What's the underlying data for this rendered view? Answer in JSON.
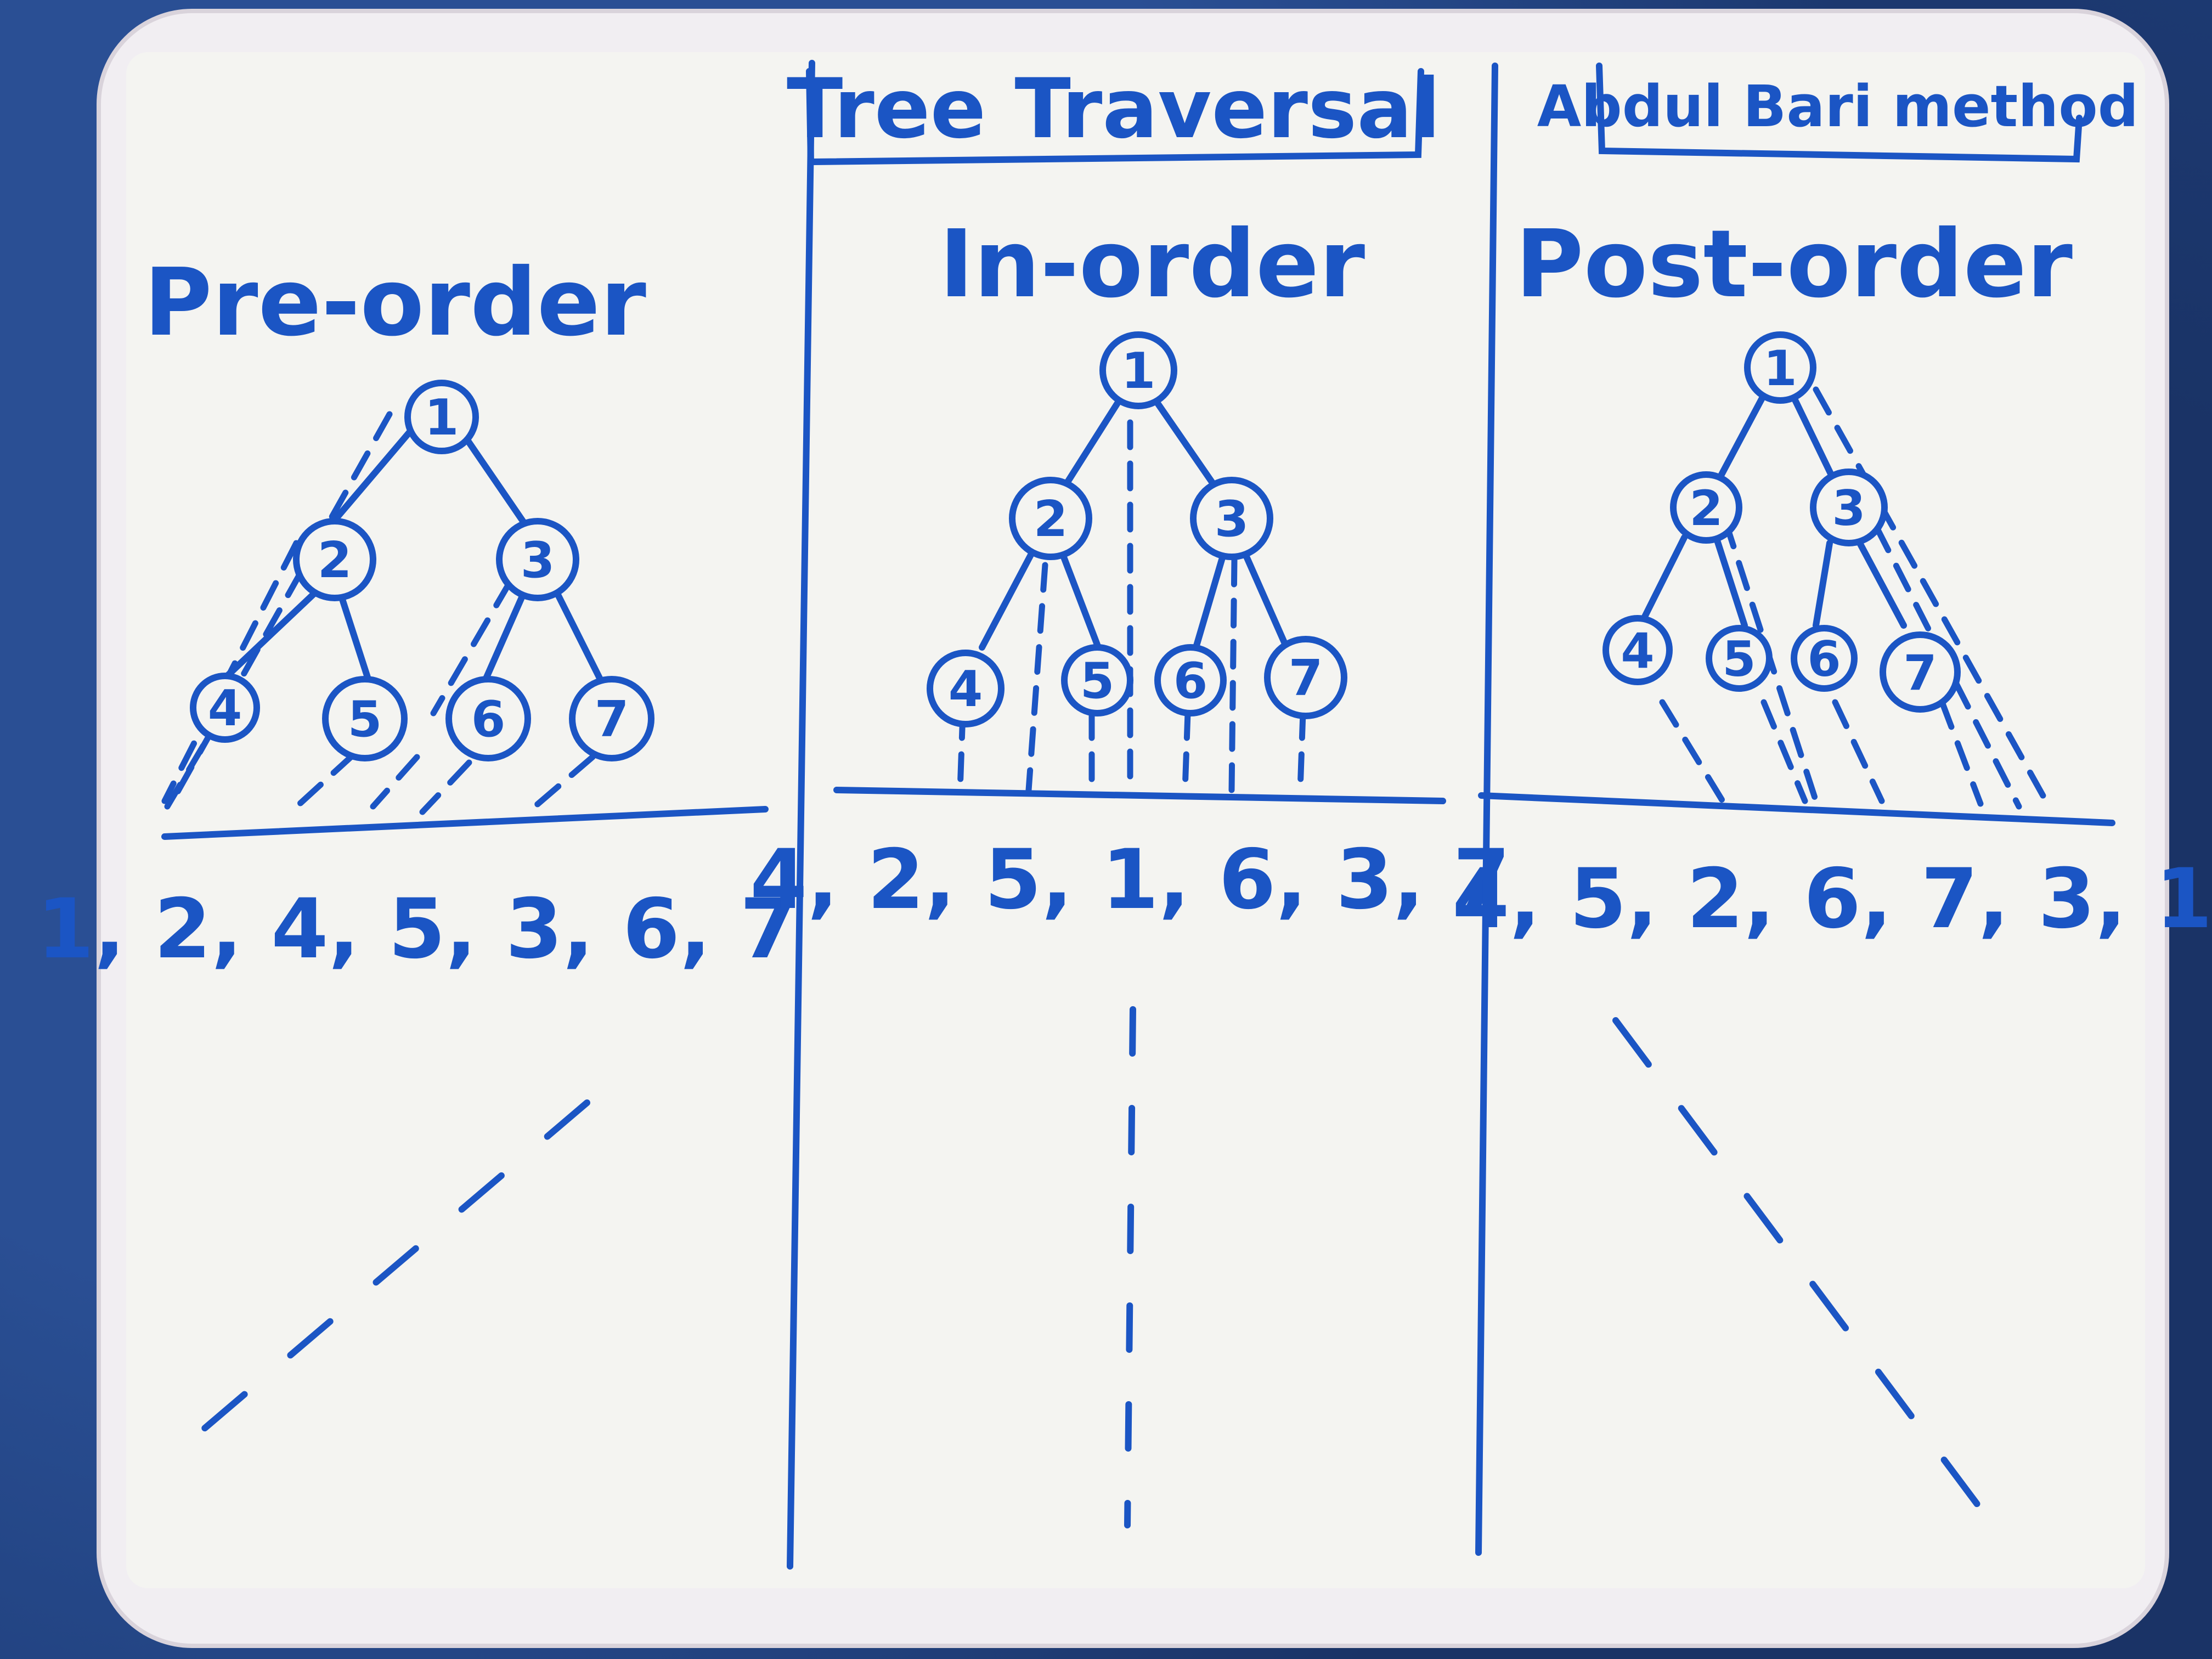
{
  "title": "Tree Traversal",
  "credit": "Abdul Bari method",
  "colors": {
    "marker": "#1b55c4",
    "board": "#f4f4f1",
    "frame": "#f1eef2",
    "background": "#1e3d78"
  },
  "tree": {
    "nodes": [
      "1",
      "2",
      "3",
      "4",
      "5",
      "6",
      "7"
    ]
  },
  "panels": [
    {
      "heading": "Pre-order",
      "result": "1, 2, 4, 5, 3, 6, 7",
      "scan_direction": "diagonal-down-left"
    },
    {
      "heading": "In-order",
      "result": "4, 2, 5, 1, 6, 3, 7",
      "scan_direction": "vertical"
    },
    {
      "heading": "Post-order",
      "result": "4, 5, 2, 6, 7, 3, 1",
      "scan_direction": "diagonal-down-right"
    }
  ]
}
